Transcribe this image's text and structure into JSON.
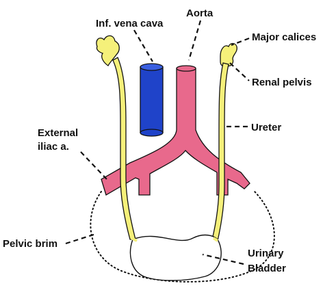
{
  "labels": {
    "ivc": "Inf. vena cava",
    "aorta": "Aorta",
    "major_calices": "Major calices",
    "renal_pelvis": "Renal pelvis",
    "ureter": "Ureter",
    "external_iliac_line1": "External",
    "external_iliac_line2": "iliac a.",
    "pelvic_brim": "Pelvic brim",
    "bladder_line1": "Urinary",
    "bladder_line2": "Bladder"
  },
  "colors": {
    "ureter_yellow": "#f5f07a",
    "aorta_pink": "#e8698c",
    "ivc_blue": "#1f43c9",
    "outline": "#111111"
  }
}
